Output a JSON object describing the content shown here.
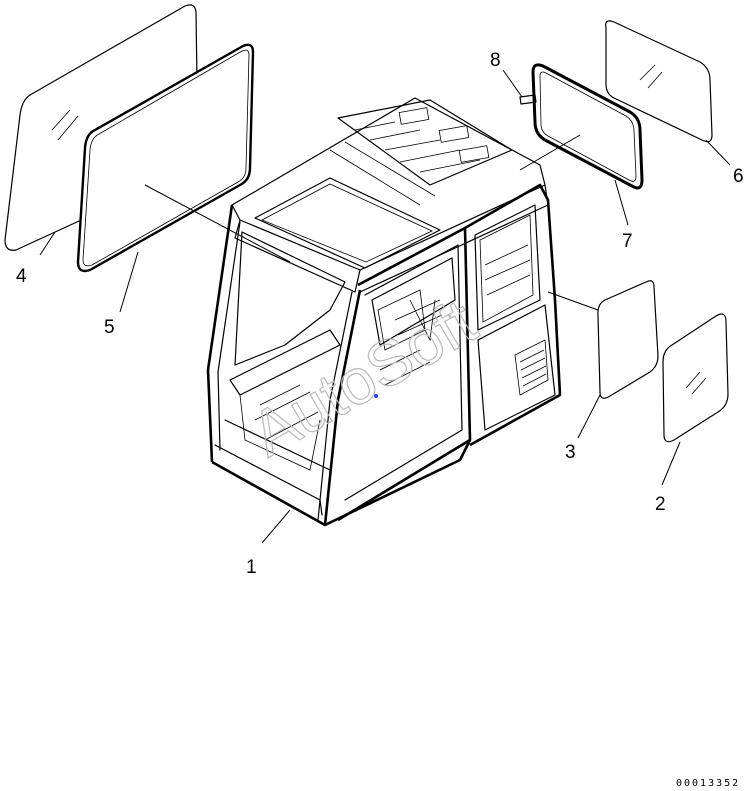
{
  "diagram": {
    "callouts": [
      "1",
      "2",
      "3",
      "4",
      "5",
      "6",
      "7",
      "8"
    ],
    "watermark": "AutoSoft",
    "document_number": "00013352"
  }
}
